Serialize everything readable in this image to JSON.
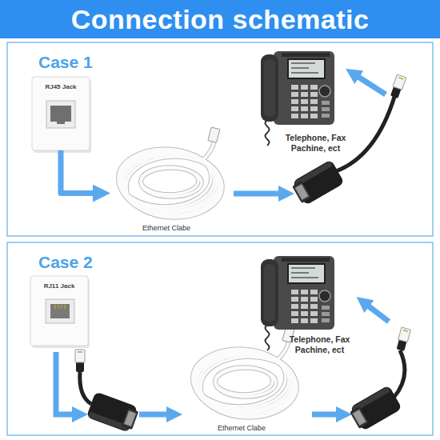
{
  "diagram": {
    "title": "Connection schematic",
    "nodes": [
      {
        "text": [
          "Case 1"
        ]
      },
      {
        "text": [
          "RJ45 Jack"
        ],
        "in": 0
      },
      {
        "text": [
          "Ethernet Clabe"
        ],
        "in": 0
      },
      {
        "text": [
          "Telephone, Fax Pachine, ect"
        ],
        "in": 0
      },
      {
        "text": [
          "Case 2"
        ]
      },
      {
        "text": [
          "RJ11 Jack"
        ],
        "in": 4
      },
      {
        "text": [
          "Ethernet Clabe"
        ],
        "in": 4
      },
      {
        "text": [
          "Telephone, Fax Pachine, ect"
        ],
        "in": 4
      }
    ],
    "edges": [
      {
        "from": 1,
        "to": 2,
        "arrow": "to"
      }
    ]
  }
}
